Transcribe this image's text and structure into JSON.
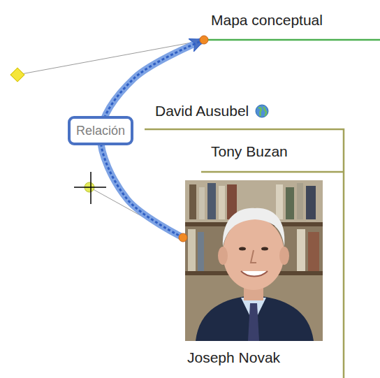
{
  "diagram": {
    "nodes": [
      {
        "text": [
          "Mapa conceptual"
        ]
      },
      {
        "text": [
          "David Ausubel"
        ]
      },
      {
        "text": [
          "Tony Buzan"
        ]
      },
      {
        "text": [
          "Joseph Novak"
        ]
      }
    ],
    "edges": [
      {
        "from": 3,
        "to": 0,
        "arrow": "to",
        "label": "Relación"
      }
    ]
  }
}
